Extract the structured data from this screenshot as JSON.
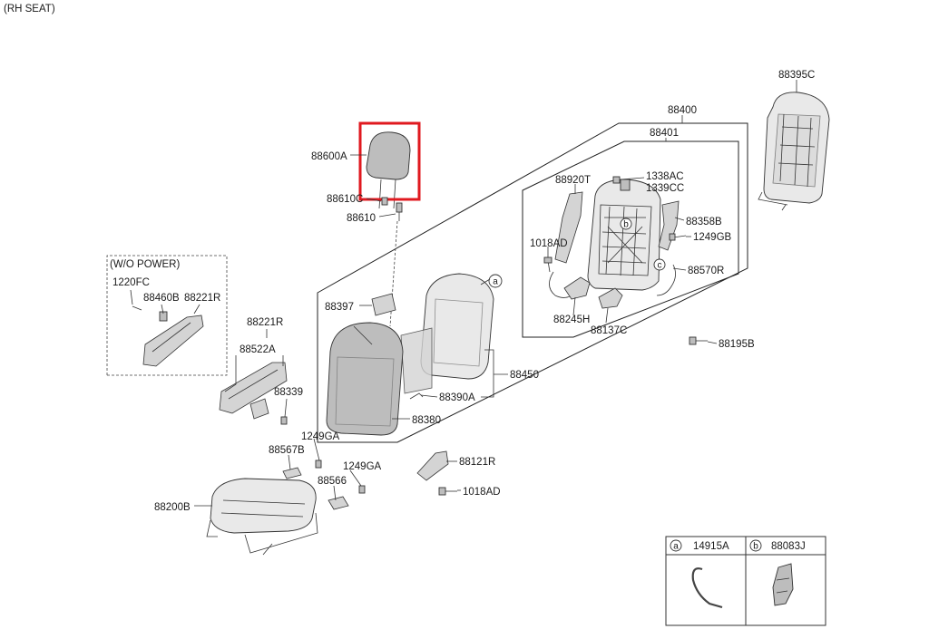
{
  "title": "(RH SEAT)",
  "wo_power_label": "(W/O POWER)",
  "highlight_color": "#e0191f",
  "parts": {
    "p88395C": "88395C",
    "p88400": "88400",
    "p88401": "88401",
    "p88920T": "88920T",
    "p1338AC": "1338AC",
    "p1339CC": "1339CC",
    "p88358B": "88358B",
    "p1249GB": "1249GB",
    "p1018AD_top": "1018AD",
    "p88570R": "88570R",
    "p88245H": "88245H",
    "p88137C": "88137C",
    "p88195B": "88195B",
    "p88600A": "88600A",
    "p88610C": "88610C",
    "p88610": "88610",
    "p88397": "88397",
    "p88450": "88450",
    "p88390A": "88390A",
    "p88380": "88380",
    "p1220FC": "1220FC",
    "p88460B": "88460B",
    "p88221R_wo": "88221R",
    "p88221R": "88221R",
    "p88522A": "88522A",
    "p88339": "88339",
    "p1249GA_a": "1249GA",
    "p88567B": "88567B",
    "p1249GA_b": "1249GA",
    "p88566": "88566",
    "p88200B": "88200B",
    "p88121R": "88121R",
    "p1018AD_bot": "1018AD"
  },
  "callouts": {
    "a": "a",
    "b": "b",
    "c": "c"
  },
  "legend": {
    "a_letter": "a",
    "a_part": "14915A",
    "b_letter": "b",
    "b_part": "88083J"
  }
}
